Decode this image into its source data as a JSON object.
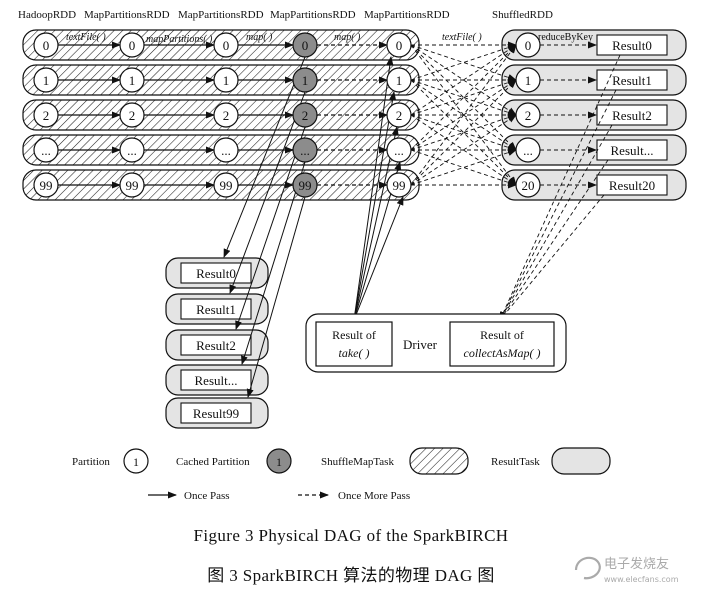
{
  "stage_headers": [
    "HadoopRDD",
    "MapPartitionsRDD",
    "MapPartitionsRDD",
    "MapPartitionsRDD",
    "MapPartitionsRDD",
    "ShuffledRDD"
  ],
  "edge_labels": {
    "textfile_1": "textFile( )",
    "mappartitions": "mapPartitions( )",
    "map_1": "map( )",
    "map_2": "map( )",
    "textfile_2": "textFile( )",
    "reducebykey": "reduceByKey"
  },
  "partitions": [
    "0",
    "1",
    "2",
    "...",
    "99"
  ],
  "shuffle_partitions": [
    "0",
    "1",
    "2",
    "...",
    "20"
  ],
  "shuffle_results": [
    "Result0",
    "Result1",
    "Result2",
    "Result...",
    "Result20"
  ],
  "take_results": [
    "Result0",
    "Result1",
    "Result2",
    "Result...",
    "Result99"
  ],
  "driver": {
    "label": "Driver",
    "take_line1": "Result of",
    "take_line2": "take( )",
    "collect_line1": "Result of",
    "collect_line2": "collectAsMap( )"
  },
  "legend": {
    "partition_label": "Partition",
    "partition_sample": "1",
    "cached_label": "Cached Partition",
    "cached_sample": "1",
    "shufflemap_label": "ShuffleMapTask",
    "resulttask_label": "ResultTask",
    "once_pass": "Once Pass",
    "once_more_pass": "Once More Pass"
  },
  "caption_en": "Figure 3    Physical DAG of the SparkBIRCH",
  "caption_cn": "图 3    SparkBIRCH 算法的物理 DAG 图",
  "watermark_text": "电子发烧友",
  "watermark_url": "www.elecfans.com",
  "colors": {
    "cached_fill": "#8c8c8c",
    "resulttask_fill": "#e4e4e4",
    "line": "#111111",
    "background": "#ffffff"
  }
}
